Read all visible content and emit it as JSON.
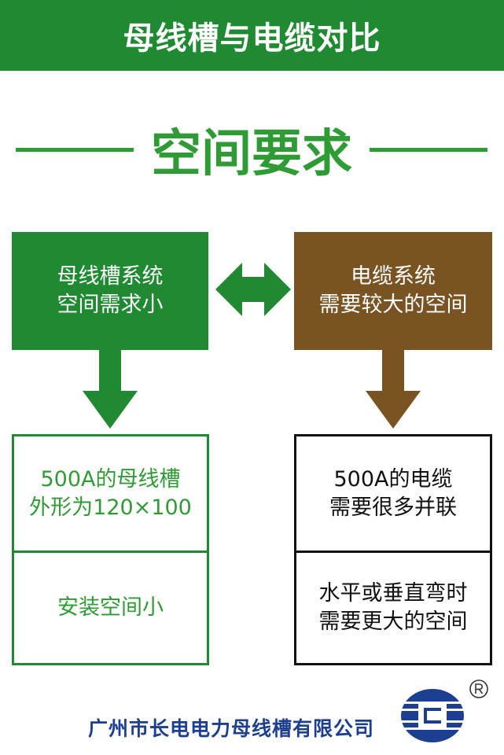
{
  "header": {
    "title": "母线槽与电缆对比"
  },
  "section": {
    "title": "空间要求"
  },
  "left": {
    "summary_line1": "母线槽系统",
    "summary_line2": "空间需求小",
    "detail1_line1": "500A的母线槽",
    "detail1_line2": "外形为120×100",
    "detail2": "安装空间小"
  },
  "right": {
    "summary_line1": "电缆系统",
    "summary_line2": "需要较大的空间",
    "detail1_line1": "500A的电缆",
    "detail1_line2": "需要很多并联",
    "detail2_line1": "水平或垂直弯时",
    "detail2_line2": "需要更大的空间"
  },
  "footer": {
    "company": "广州市长电电力母线槽有限公司"
  },
  "colors": {
    "green_dark": "#1f8a32",
    "green_text": "#2f9b34",
    "brown": "#7a5323",
    "logo_blue": "#1d3f91"
  },
  "icons": {
    "double_arrow": "double-arrow-icon",
    "down_arrow_left": "down-arrow-icon",
    "down_arrow_right": "down-arrow-icon",
    "logo": "company-logo"
  }
}
